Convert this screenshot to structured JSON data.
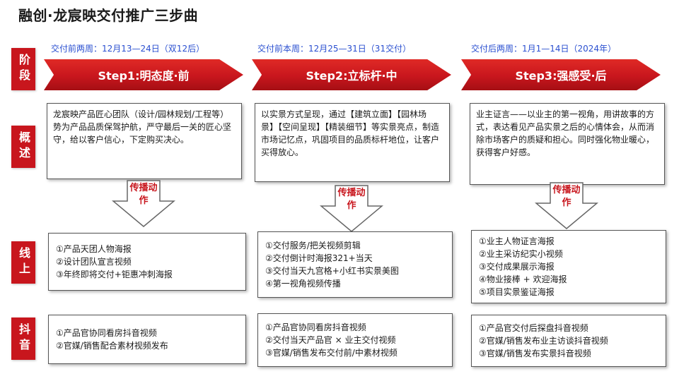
{
  "title": "融创·龙宸映交付推广三步曲",
  "row_labels": {
    "stage": "阶段",
    "overview": "概述",
    "online": "线上",
    "douyin": "抖音"
  },
  "spread_label": "传播动作",
  "colors": {
    "accent": "#c8161d",
    "period_text": "#2a4fd0"
  },
  "steps": [
    {
      "period": "交付前两周：12月13—24日（双12后）",
      "name": "Step1:明态度·前",
      "overview": "龙宸映产品匠心团队（设计/园林规划/工程等）势为产品品质保驾护航，严守最后一关的匠心坚守，给以客户信心，下定购买决心。",
      "online": [
        "①产品天团人物海报",
        "②设计团队宣言视频",
        "③年终即将交付+钜惠冲刺海报"
      ],
      "douyin": [
        "①产品官协同看房抖音视频",
        "②官媒/销售配合素材视频发布"
      ]
    },
    {
      "period": "交付前本周：12月25—31日（31交付）",
      "name": "Step2:立标杆·中",
      "overview": "以实景方式呈现，通过【建筑立面】【园林场景】【空间呈现】【精装细节】等实景亮点，制造市场记忆点，巩固项目的品质标杆地位，让客户买得放心。",
      "online": [
        "①交付服务/把关视频剪辑",
        "②交付倒计时海报321+当天",
        "③交付当天九宫格+小红书实景美图",
        "④第一视角视频传播"
      ],
      "douyin": [
        "①产品官协同看房抖音视频",
        "②交付当天产品官 × 业主交付视频",
        "③官媒/销售发布交付前/中素材视频"
      ]
    },
    {
      "period": "交付后两周：1月1—14日（2024年）",
      "name": "Step3:强感受·后",
      "overview": "业主证言——以业主的第一视角，用讲故事的方式，表达看见产品实景之后的心情体会，从而消除市场客户的质疑和担心。同时强化物业暖心，获得客户好感。",
      "online": [
        "①业主人物证言海报",
        "②业主采访纪实小视频",
        "③交付成果展示海报",
        "④物业接棒 + 欢迎海报",
        "⑤项目实景鉴证海报"
      ],
      "douyin": [
        "①产品官交付后探盘抖音视频",
        "②官媒/销售发布业主访谈抖音视频",
        "③官媒/销售发布实景抖音视频"
      ]
    }
  ]
}
